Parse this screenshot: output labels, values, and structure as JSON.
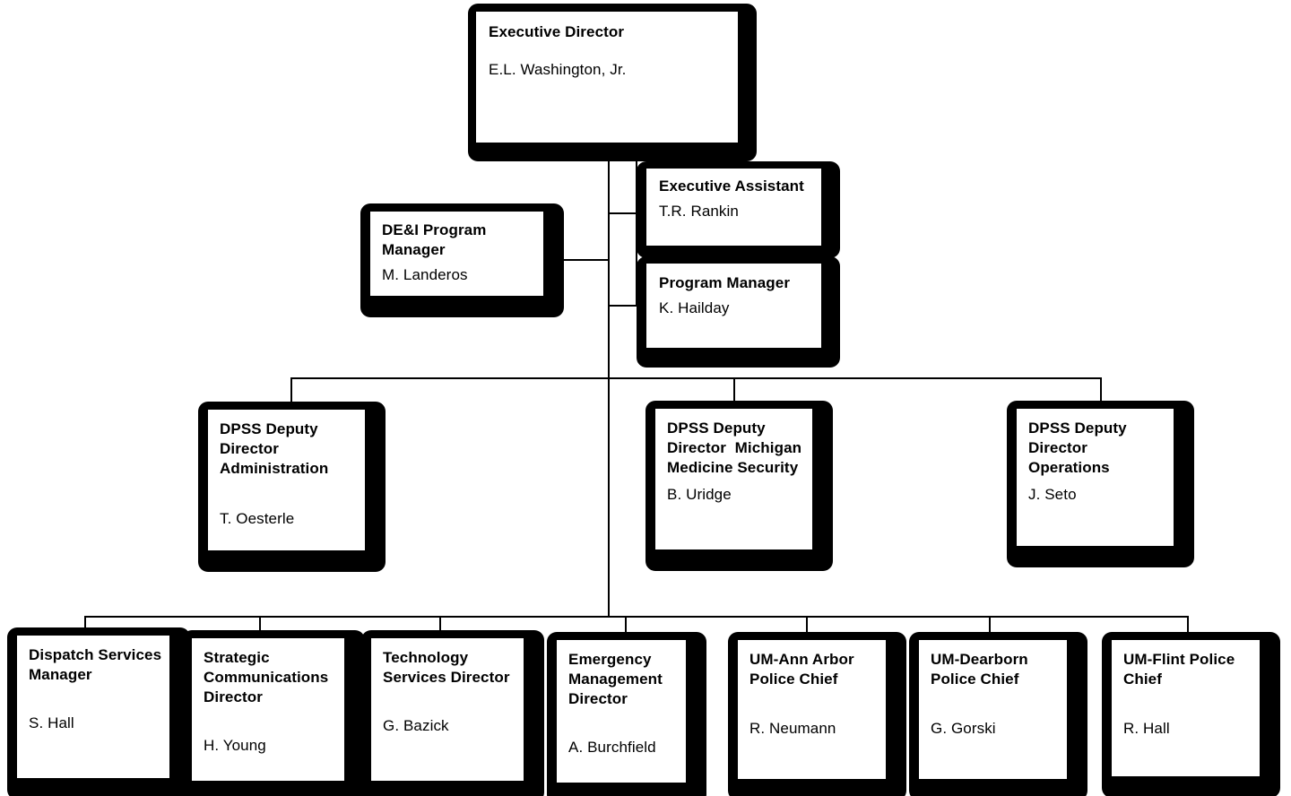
{
  "chart": {
    "kind": "organizational-chart",
    "nodes": {
      "executive_director": {
        "title": "Executive Director",
        "person": "E.L. Washington, Jr."
      },
      "executive_assistant": {
        "title": "Executive Assistant",
        "person": "T.R. Rankin"
      },
      "program_manager": {
        "title": "Program Manager",
        "person": "K. Hailday"
      },
      "dei_program_manager": {
        "title": "DE&I Program Manager",
        "person": "M. Landeros"
      },
      "deputy_administration": {
        "title": "DPSS Deputy Director Administration",
        "person": "T. Oesterle"
      },
      "deputy_michigan_medicine": {
        "title": "DPSS Deputy Director  Michigan Medicine Security",
        "person": "B. Uridge"
      },
      "deputy_operations": {
        "title": "DPSS Deputy Director Operations",
        "person": "J. Seto"
      },
      "dispatch_services_manager": {
        "title": "Dispatch Services Manager",
        "person": "S. Hall"
      },
      "strategic_communications_director": {
        "title": "Strategic Communications Director",
        "person": "H. Young"
      },
      "technology_services_director": {
        "title": "Technology Services Director",
        "person": "G. Bazick"
      },
      "emergency_management_director": {
        "title": "Emergency Management Director",
        "person": "A. Burchfield"
      },
      "um_ann_arbor_police_chief": {
        "title": "UM-Ann Arbor Police Chief",
        "person": "R. Neumann"
      },
      "um_dearborn_police_chief": {
        "title": "UM-Dearborn Police Chief",
        "person": "G. Gorski"
      },
      "um_flint_police_chief": {
        "title": "UM-Flint Police Chief",
        "person": "R. Hall"
      }
    },
    "colors": {
      "box_border": "#000000",
      "box_fill": "#ffffff",
      "text": "#000000",
      "connector": "#000000",
      "background": "#ffffff"
    }
  }
}
